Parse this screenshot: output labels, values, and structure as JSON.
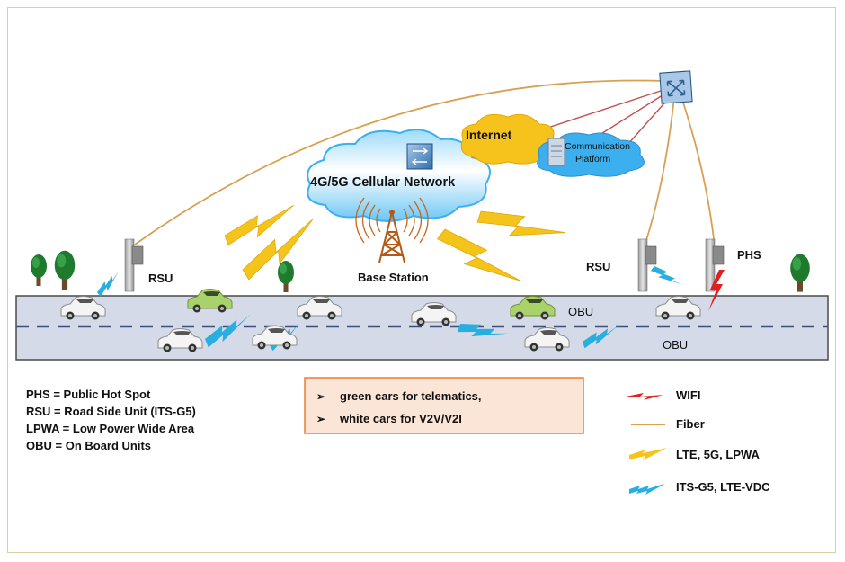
{
  "network": {
    "cellular_label": "4G/5G Cellular Network",
    "internet_label": "Internet",
    "platform_label_line1": "Communication",
    "platform_label_line2": "Platform",
    "base_station_label": "Base Station"
  },
  "roadside": {
    "rsu_left_label": "RSU",
    "rsu_right_label": "RSU",
    "phs_label": "PHS",
    "obu_upper_label": "OBU",
    "obu_lower_label": "OBU"
  },
  "abbreviations": [
    "PHS = Public Hot Spot",
    "RSU = Road Side Unit (ITS-G5)",
    "LPWA = Low Power Wide Area",
    "OBU = On Board Units"
  ],
  "note_box": {
    "items": [
      "green cars for telematics,",
      "white cars for V2V/V2I"
    ],
    "bullet_symbol": "➢"
  },
  "legend": [
    {
      "label": "WIFI",
      "icon": "wifi-bolt-icon",
      "color": "#e02020"
    },
    {
      "label": "Fiber",
      "icon": "fiber-line-icon",
      "color": "#d8a050"
    },
    {
      "label": "LTE, 5G,  LPWA",
      "icon": "lte-bolt-icon",
      "color": "#f4c41a"
    },
    {
      "label": "ITS-G5, LTE-VDC",
      "icon": "its-bolt-icon",
      "color": "#29aee0"
    }
  ],
  "colors": {
    "fiber": "#d8a050",
    "lte": "#f4c41a",
    "its": "#29aee0",
    "wifi": "#e02020",
    "cloud": "#3cb0ef",
    "internet_cloud": "#f6c21c",
    "road": "#d4dae8",
    "link_red": "#c0504d"
  }
}
